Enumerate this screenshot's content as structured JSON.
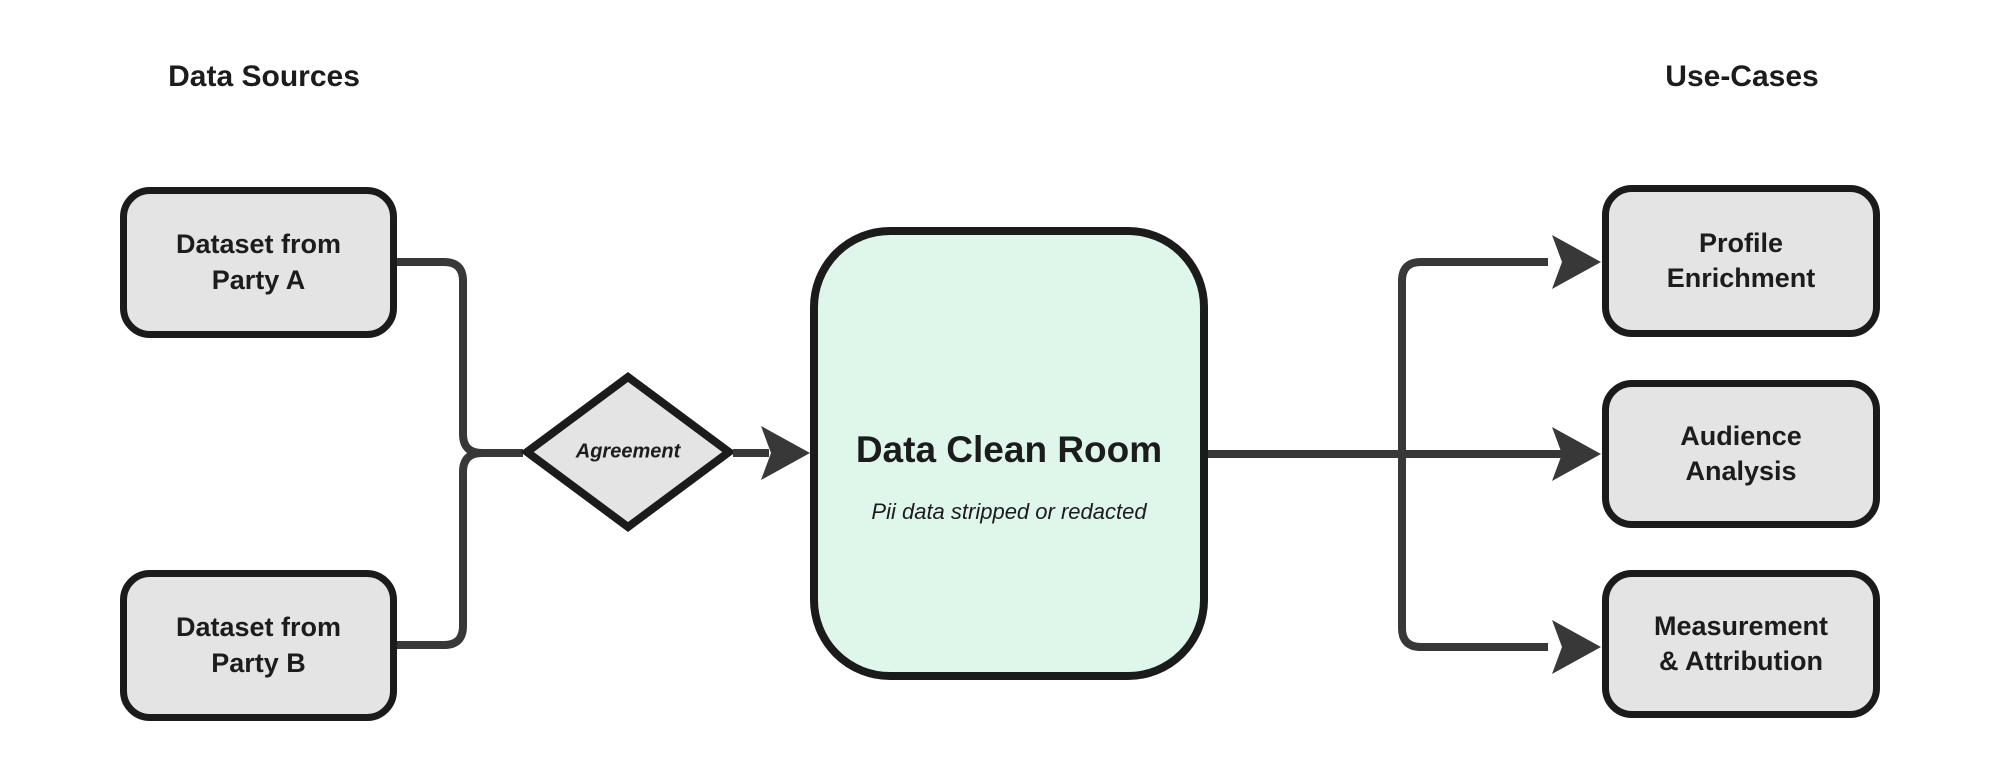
{
  "headings": {
    "data_sources": "Data Sources",
    "use_cases": "Use-Cases"
  },
  "nodes": {
    "party_a": {
      "label": "Dataset from\nParty A"
    },
    "party_b": {
      "label": "Dataset from\nParty B"
    },
    "agreement": {
      "label": "Agreement"
    },
    "clean_room": {
      "title": "Data Clean Room",
      "subtitle": "Pii data stripped or redacted"
    },
    "profile_enrichment": {
      "label": "Profile\nEnrichment"
    },
    "audience_analysis": {
      "label": "Audience\nAnalysis"
    },
    "measurement_attribution": {
      "label": "Measurement\n& Attribution"
    }
  },
  "theme": {
    "node-fill": "#e4e4e4",
    "node-border": "#1b1b1b",
    "room-fill": "#def7ea",
    "line-color": "#383838",
    "text-color": "#1c1c1c",
    "canvas-bg": "#ffffff"
  }
}
